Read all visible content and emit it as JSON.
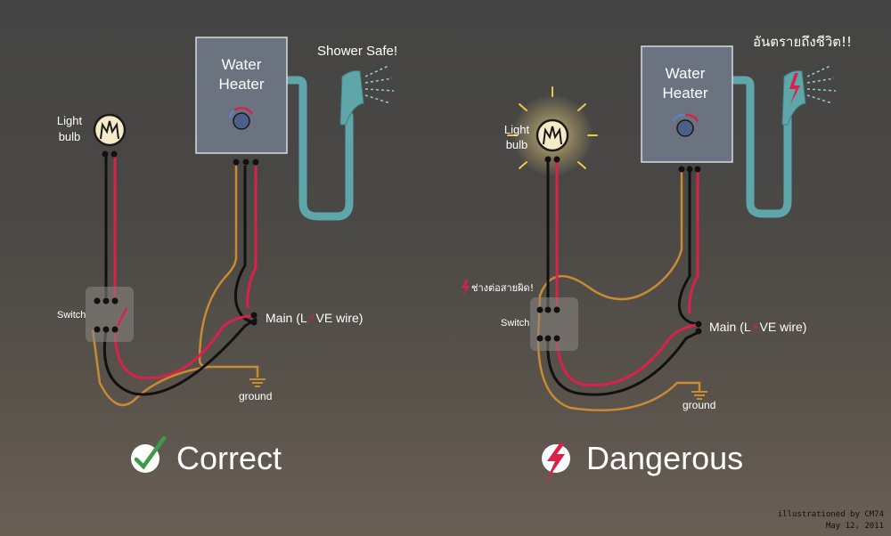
{
  "colors": {
    "live": "#d9214a",
    "neutral": "#111111",
    "ground": "#c88a33",
    "pipe": "#5fa6ab",
    "heater_box": "#6b7380",
    "bulb_glow": "#f0dc8c",
    "correct_check": "#3d9a4a",
    "danger_bolt": "#d9214a"
  },
  "left": {
    "heater_label_1": "Water",
    "heater_label_2": "Heater",
    "shower_note": "Shower Safe!",
    "bulb_label_1": "Light",
    "bulb_label_2": "bulb",
    "switch_label": "Switch",
    "main_label_prefix": "Main (L",
    "main_label_suffix": "VE wire)",
    "ground_label": "ground",
    "status_label": "Correct",
    "status_icon": "check-icon"
  },
  "right": {
    "heater_label_1": "Water",
    "heater_label_2": "Heater",
    "shower_note": "อันตรายถึงชีวิต!!",
    "bulb_label_1": "Light",
    "bulb_label_2": "bulb",
    "switch_label": "Switch",
    "wiring_note": "ช่างต่อสายผิด!",
    "main_label_prefix": "Main (L",
    "main_label_suffix": "VE wire)",
    "ground_label": "ground",
    "status_label": "Dangerous",
    "status_icon": "lightning-bolt-icon"
  },
  "credit": {
    "line1": "illustrationed by CM74",
    "line2": "May 12, 2011"
  }
}
